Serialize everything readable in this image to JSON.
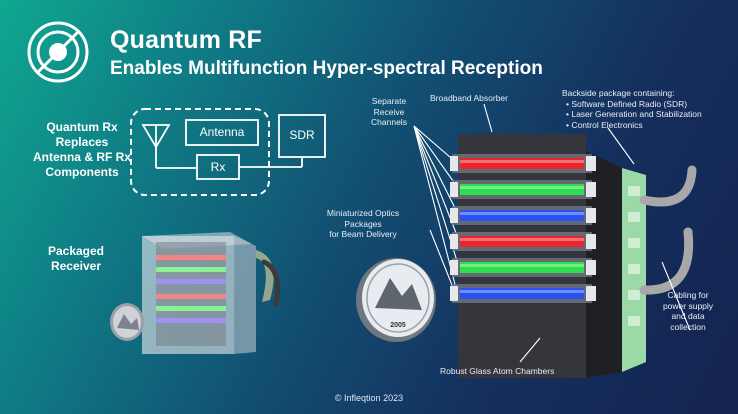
{
  "header": {
    "title": "Quantum RF",
    "subtitle": "Enables Multifunction Hyper-spectral Reception"
  },
  "left": {
    "replaces_label": [
      "Quantum Rx",
      "Replaces",
      "Antenna & RF Rx",
      "Components"
    ],
    "antenna_label": "Antenna",
    "rx_label": "Rx",
    "sdr_label": "SDR",
    "packaged_label": [
      "Packaged",
      "Receiver"
    ]
  },
  "right": {
    "broadband_absorber": "Broadband Absorber",
    "separate_channels": [
      "Separate",
      "Receive",
      "Channels"
    ],
    "backside_package": [
      "Backside package containing:",
      "•  Software Defined Radio (SDR)",
      "•  Laser Generation and Stabilization",
      "•  Control Electronics"
    ],
    "optics_packages": [
      "Miniaturized Optics",
      "Packages",
      "for Beam Delivery"
    ],
    "cabling": [
      "Cabling for",
      "power supply",
      "and data",
      "collection"
    ],
    "glass_chambers": "Robust Glass Atom Chambers",
    "coin_text": "2005"
  },
  "colors": {
    "channel_colors": [
      "#e8262b",
      "#2be04a",
      "#2a52f0",
      "#e8262b",
      "#2be04a",
      "#2a52f0"
    ],
    "cable_color": "#a8a8a8"
  },
  "icons": [
    "infleqtion-logo-icon",
    "antenna-symbol-icon",
    "coin-icon"
  ],
  "footer": "© Infleqtion 2023"
}
